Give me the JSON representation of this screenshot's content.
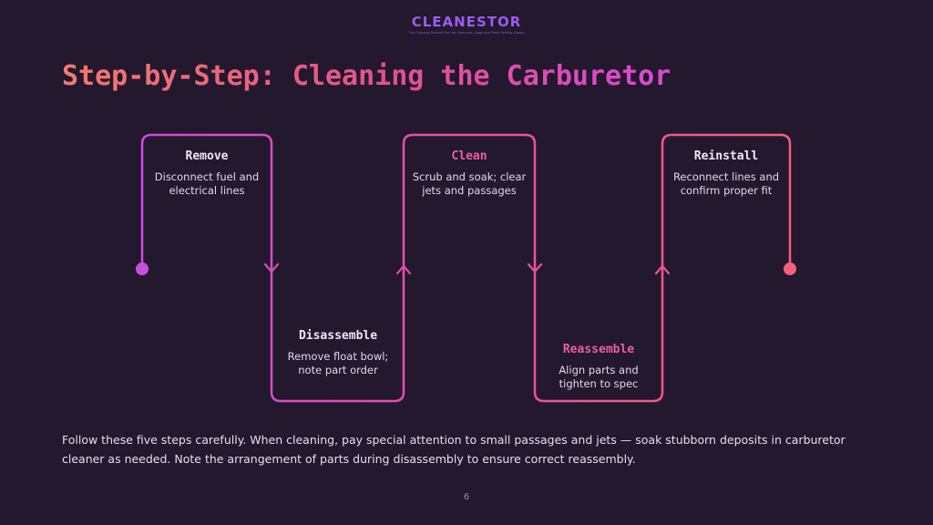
{
  "logo": {
    "word": "CLEANESTOR",
    "tagline": "The Cleaning Product Firm for Everyone, Clean and Fresh Feeling Always"
  },
  "title": "Step-by-Step: Cleaning the Carburetor",
  "steps": [
    {
      "title": "Remove",
      "description": "Disconnect fuel and electrical lines"
    },
    {
      "title": "Disassemble",
      "description": "Remove float bowl; note part order"
    },
    {
      "title": "Clean",
      "description": "Scrub and soak; clear jets and passages"
    },
    {
      "title": "Reassemble",
      "description": "Align parts and tighten to spec"
    },
    {
      "title": "Reinstall",
      "description": "Reconnect lines and confirm proper fit"
    }
  ],
  "body": "Follow these five steps carefully. When cleaning, pay special attention to small passages and jets — soak stubborn deposits in carburetor cleaner as needed. Note the arrangement of parts during disassembly to ensure correct reassembly.",
  "page_number": "6",
  "colors": {
    "background": "#24182e",
    "gradient_start": "#c94ee0",
    "gradient_mid": "#ec4f9e",
    "gradient_end": "#f4607a",
    "brand": "#9b5cf0"
  }
}
